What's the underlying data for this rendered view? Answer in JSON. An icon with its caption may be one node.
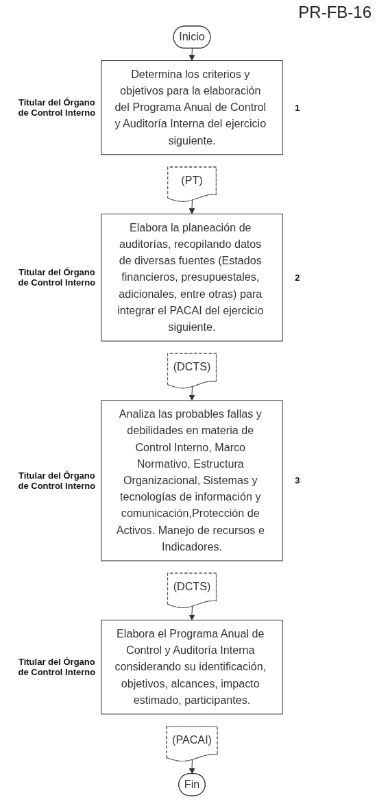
{
  "diagram": {
    "title": "PR-FB-16",
    "nodes": [
      {
        "text": [
          "Inicio"
        ]
      },
      {
        "text": [
          "Determina los criterios y objetivos para la elaboración del Programa Anual de Control y Auditoría Interna del ejercicio siguiente."
        ],
        "beside": [
          "Titular del Órgano de Control Interno",
          "1"
        ]
      },
      {
        "text": [
          "(PT)"
        ]
      },
      {
        "text": [
          "Elabora la planeación de auditorías, recopilando datos de diversas fuentes (Estados financieros, presupuestales, adicionales, entre otras) para integrar el PACAI del ejercicio siguiente."
        ],
        "beside": [
          "Titular del Órgano de Control Interno",
          "2"
        ]
      },
      {
        "text": [
          "(DCTS)"
        ]
      },
      {
        "text": [
          "Analiza las probables fallas y debilidades en materia de Control Interno, Marco Normativo, Estructura Organizacional, Sistemas y tecnologías de información y comunicación,Protección de Activos. Manejo de recursos e Indicadores."
        ],
        "beside": [
          "Titular del Órgano de Control Interno",
          "3"
        ]
      },
      {
        "text": [
          "(DCTS)"
        ]
      },
      {
        "text": [
          "Elabora el Programa Anual de Control y Auditoría Interna considerando su identificación, objetivos, alcances, impacto estimado, participantes."
        ],
        "beside": [
          "Titular del Órgano de Control Interno"
        ]
      },
      {
        "text": [
          "(PACAI)"
        ]
      },
      {
        "text": [
          "Fin"
        ]
      }
    ],
    "edges": [
      {
        "from": 0,
        "to": 1,
        "arrow": "to"
      },
      {
        "from": 2,
        "to": 3,
        "arrow": "to"
      },
      {
        "from": 4,
        "to": 5,
        "arrow": "to"
      },
      {
        "from": 6,
        "to": 7,
        "arrow": "to"
      },
      {
        "from": 8,
        "to": 9,
        "arrow": "to"
      }
    ]
  }
}
